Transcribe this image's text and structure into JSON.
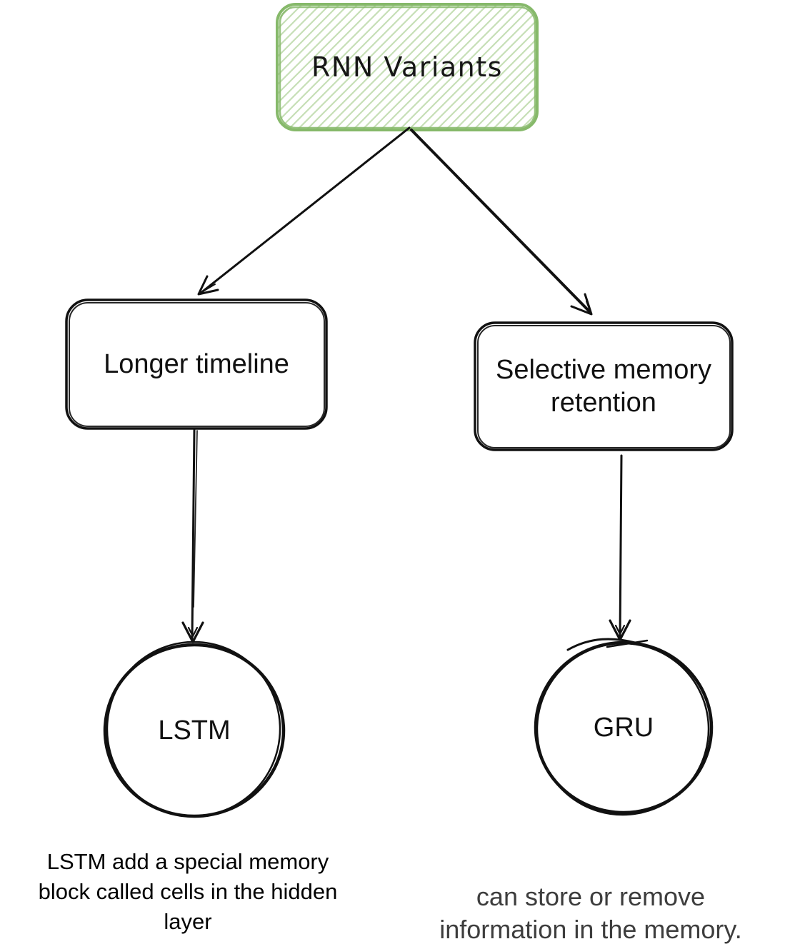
{
  "root": {
    "label": "RNN Variants"
  },
  "left_branch": {
    "box_label": "Longer timeline",
    "node_label": "LSTM",
    "caption_lines": [
      "LSTM add a special memory",
      "block called cells in the hidden",
      "layer"
    ]
  },
  "right_branch": {
    "box_label": "Selective memory retention",
    "node_label": "GRU",
    "caption_lines": [
      "can store or remove",
      "information in the memory."
    ]
  },
  "colors": {
    "root_border": "#86b96a",
    "root_hatch": "#c6dfb6",
    "ink": "#111111",
    "caption_left_text": "#000000",
    "caption_right_text": "#3d3d3d"
  }
}
